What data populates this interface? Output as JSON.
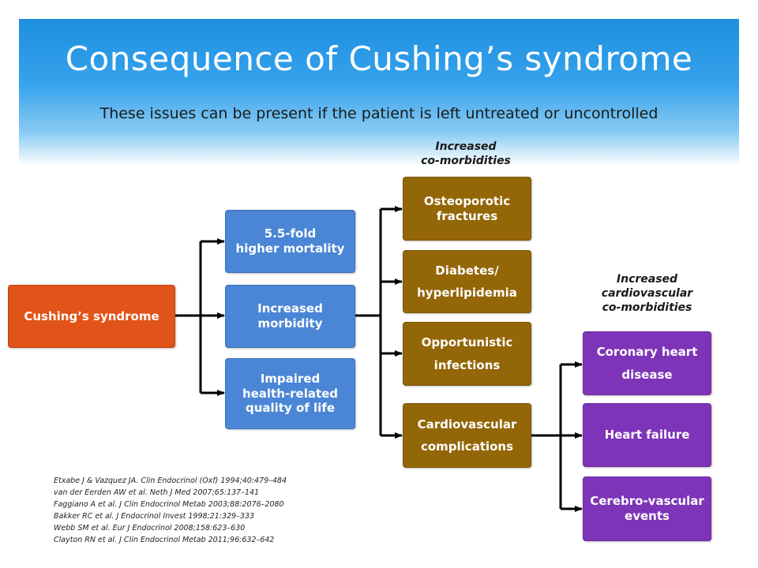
{
  "slide": {
    "title": "Consequence of Cushing’s syndrome",
    "subtitle": "These issues can be present if the patient is left untreated or uncontrolled",
    "colors": {
      "header_top": "#1e8fe0",
      "orange": "#e15318",
      "blue": "#4a86d5",
      "brown": "#936607",
      "purple": "#7e34b8"
    }
  },
  "nodes": {
    "root": "Cushing’s syndrome",
    "level1": [
      "5.5-fold\nhigher mortality",
      "Increased\nmorbidity",
      "Impaired\nhealth-related\nquality of life"
    ],
    "level2": [
      "Osteoporotic\nfractures",
      "Diabetes/\nhyperlipidemia",
      "Opportunistic\ninfections",
      "Cardiovascular\ncomplications"
    ],
    "level3": [
      "Coronary heart\ndisease",
      "Heart failure",
      "Cerebro-vascular\nevents"
    ]
  },
  "group_labels": {
    "comorbidities": "Increased\nco-morbidities",
    "cardiovascular": "Increased\ncardiovascular\nco-morbidities"
  },
  "references": [
    "Etxabe J & Vazquez JA. Clin Endocrinol (Oxf) 1994;40:479–484",
    "van der Eerden AW et al. Neth J Med 2007;65:137–141",
    "Faggiano A et al. J Clin Endocrinol Metab 2003;88:2076–2080",
    "Bakker RC et al. J Endocrinol Invest 1998;21:329–333",
    "Webb SM et al. Eur J Endocrinol 2008;158:623–630",
    "Clayton  RN et al. J Clin Endocrinol Metab 2011;96:632–642"
  ]
}
